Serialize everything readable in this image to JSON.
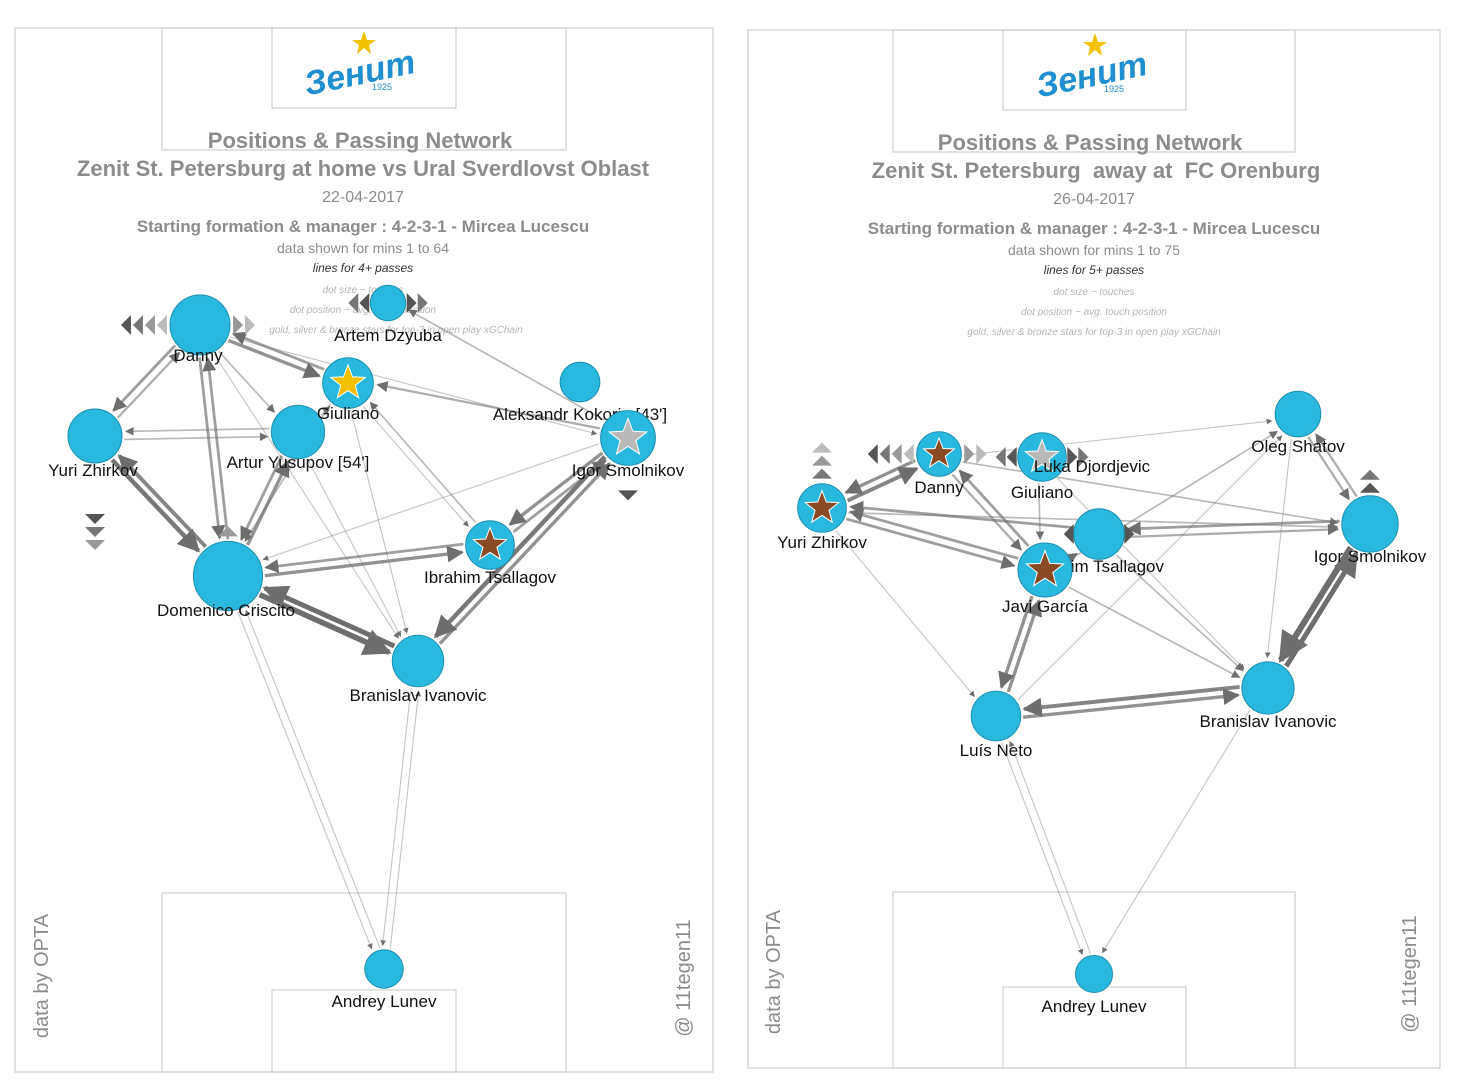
{
  "colors": {
    "node_fill": "#29b8de",
    "node_stroke": "#1c8fb0",
    "edge": "#6e6e6e",
    "pitch_line": "#cfcfcf",
    "title_gray": "#8c8c8c",
    "gold": "#f2c200",
    "silver": "#b9b9b9",
    "bronze": "#8a4a24",
    "logo_blue": "#1f8fd0"
  },
  "panels": [
    {
      "logo_text": "Зенит",
      "logo_year": "1925",
      "title": "Positions & Passing Network",
      "subtitle": "Zenit St. Petersburg at home vs Ural Sverdlovst Oblast",
      "date": "22-04-2017",
      "formation": "Starting formation & manager : 4-2-3-1 - Mircea Lucescu",
      "data_minutes": "data shown for mins 1 to 64",
      "lines_note": "lines for 4+ passes",
      "legend": [
        "dot size ~ touches",
        "dot position ~ avg. touch position",
        "gold, silver & bronze stars for top-3 in open play xGChain"
      ],
      "source_credit": "data by OPTA",
      "author_credit": "@ 11tegen11",
      "players": [
        {
          "id": "danny",
          "name": "Danny",
          "touches": 62,
          "star": "",
          "tri": "left"
        },
        {
          "id": "dzyuba",
          "name": "Artem Dzyuba",
          "touches": 38,
          "star": "gold",
          "tri": ""
        },
        {
          "id": "zhirkov",
          "name": "Yuri Zhirkov",
          "touches": 46,
          "star": "",
          "tri": "down"
        },
        {
          "id": "yusupov",
          "name": "Artur Yusupov [54']",
          "touches": 44,
          "star": "",
          "tri": ""
        },
        {
          "id": "giuliano",
          "name": "Giuliano",
          "touches": 12,
          "star": "",
          "tri": "lr"
        },
        {
          "id": "kokorin",
          "name": "Aleksandr Kokorin [43']",
          "touches": 18,
          "star": "",
          "tri": ""
        },
        {
          "id": "smolnikov",
          "name": "Igor Smolnikov",
          "touches": 48,
          "star": "silver",
          "tri": "down1"
        },
        {
          "id": "tsallagov",
          "name": "Ibrahim Tsallagov",
          "touches": 34,
          "star": "bronze",
          "tri": ""
        },
        {
          "id": "criscito",
          "name": "Domenico Criscito",
          "touches": 90,
          "star": "",
          "tri": "up1"
        },
        {
          "id": "ivanovic",
          "name": "Branislav Ivanovic",
          "touches": 40,
          "star": "",
          "tri": ""
        },
        {
          "id": "lunev",
          "name": "Andrey Lunev",
          "touches": 16,
          "star": "",
          "tri": ""
        }
      ],
      "edges": [
        [
          "criscito",
          "ivanovic",
          9
        ],
        [
          "ivanovic",
          "criscito",
          8
        ],
        [
          "criscito",
          "tsallagov",
          5
        ],
        [
          "tsallagov",
          "criscito",
          4
        ],
        [
          "zhirkov",
          "criscito",
          7
        ],
        [
          "criscito",
          "zhirkov",
          6
        ],
        [
          "danny",
          "criscito",
          4
        ],
        [
          "criscito",
          "danny",
          4
        ],
        [
          "danny",
          "zhirkov",
          4
        ],
        [
          "zhirkov",
          "danny",
          3
        ],
        [
          "danny",
          "dzyuba",
          5
        ],
        [
          "dzyuba",
          "danny",
          4
        ],
        [
          "yusupov",
          "criscito",
          4
        ],
        [
          "criscito",
          "yusupov",
          5
        ],
        [
          "yusupov",
          "zhirkov",
          2
        ],
        [
          "zhirkov",
          "yusupov",
          2
        ],
        [
          "smolnikov",
          "ivanovic",
          7
        ],
        [
          "ivanovic",
          "smolnikov",
          5
        ],
        [
          "smolnikov",
          "tsallagov",
          5
        ],
        [
          "tsallagov",
          "smolnikov",
          4
        ],
        [
          "smolnikov",
          "dzyuba",
          3
        ],
        [
          "tsallagov",
          "dzyuba",
          2
        ],
        [
          "dzyuba",
          "criscito",
          2
        ],
        [
          "yusupov",
          "dzyuba",
          2
        ],
        [
          "ivanovic",
          "lunev",
          1
        ],
        [
          "lunev",
          "ivanovic",
          1
        ],
        [
          "criscito",
          "lunev",
          1
        ],
        [
          "lunev",
          "criscito",
          1
        ],
        [
          "smolnikov",
          "giuliano",
          2
        ],
        [
          "danny",
          "yusupov",
          2
        ],
        [
          "dzyuba",
          "tsallagov",
          1
        ],
        [
          "danny",
          "smolnikov",
          1
        ],
        [
          "yusupov",
          "ivanovic",
          1
        ],
        [
          "dzyuba",
          "ivanovic",
          1
        ],
        [
          "smolnikov",
          "criscito",
          1
        ],
        [
          "danny",
          "ivanovic",
          1
        ]
      ]
    },
    {
      "logo_text": "Зенит",
      "logo_year": "1925",
      "title": "Positions & Passing Network",
      "subtitle": "Zenit St. Petersburg  away at  FC Orenburg",
      "date": "26-04-2017",
      "formation": "Starting formation & manager : 4-2-3-1 - Mircea Lucescu",
      "data_minutes": "data shown for mins 1 to 75",
      "lines_note": "lines for 5+ passes",
      "legend": [
        "dot size ~ touches",
        "dot position ~ avg. touch position",
        "gold, silver & bronze stars for top-3 in open play xGChain"
      ],
      "source_credit": "data by OPTA",
      "author_credit": "@ 11tegen11",
      "players": [
        {
          "id": "djordjevic",
          "name": "Luka Djordjevic",
          "touches": 34,
          "star": "silver",
          "tri": "lr"
        },
        {
          "id": "danny",
          "name": "Danny",
          "touches": 26,
          "star": "bronze",
          "tri": "left"
        },
        {
          "id": "giuliano",
          "name": "Giuliano",
          "touches": 1,
          "star": "",
          "tri": ""
        },
        {
          "id": "shatov",
          "name": "Oleg Shatov",
          "touches": 28,
          "star": "",
          "tri": ""
        },
        {
          "id": "zhirkov",
          "name": "Yuri Zhirkov",
          "touches": 34,
          "star": "bronze",
          "tri": "up"
        },
        {
          "id": "smolnikov",
          "name": "Igor Smolnikov",
          "touches": 52,
          "star": "",
          "tri": "up2"
        },
        {
          "id": "tsallagov",
          "name": "Ibrahim Tsallagov",
          "touches": 38,
          "star": "",
          "tri": "lr2"
        },
        {
          "id": "garcia",
          "name": "Javi García",
          "touches": 46,
          "star": "bronze",
          "tri": ""
        },
        {
          "id": "neto",
          "name": "Luís Neto",
          "touches": 36,
          "star": "",
          "tri": ""
        },
        {
          "id": "ivanovic",
          "name": "Branislav Ivanovic",
          "touches": 42,
          "star": "",
          "tri": ""
        },
        {
          "id": "lunev",
          "name": "Andrey Lunev",
          "touches": 14,
          "star": "",
          "tri": ""
        }
      ],
      "edges": [
        [
          "smolnikov",
          "ivanovic",
          10
        ],
        [
          "ivanovic",
          "smolnikov",
          8
        ],
        [
          "neto",
          "ivanovic",
          5
        ],
        [
          "ivanovic",
          "neto",
          6
        ],
        [
          "garcia",
          "neto",
          5
        ],
        [
          "neto",
          "garcia",
          5
        ],
        [
          "zhirkov",
          "danny",
          6
        ],
        [
          "danny",
          "zhirkov",
          5
        ],
        [
          "zhirkov",
          "garcia",
          4
        ],
        [
          "garcia",
          "zhirkov",
          4
        ],
        [
          "tsallagov",
          "zhirkov",
          4
        ],
        [
          "smolnikov",
          "tsallagov",
          4
        ],
        [
          "tsallagov",
          "smolnikov",
          3
        ],
        [
          "garcia",
          "danny",
          4
        ],
        [
          "danny",
          "garcia",
          3
        ],
        [
          "smolnikov",
          "shatov",
          3
        ],
        [
          "shatov",
          "smolnikov",
          3
        ],
        [
          "garcia",
          "tsallagov",
          3
        ],
        [
          "zhirkov",
          "neto",
          1
        ],
        [
          "neto",
          "lunev",
          1
        ],
        [
          "lunev",
          "neto",
          1
        ],
        [
          "ivanovic",
          "lunev",
          1
        ],
        [
          "garcia",
          "shatov",
          2
        ],
        [
          "djordjevic",
          "garcia",
          2
        ],
        [
          "danny",
          "smolnikov",
          2
        ],
        [
          "zhirkov",
          "smolnikov",
          2
        ],
        [
          "tsallagov",
          "ivanovic",
          2
        ],
        [
          "djordjevic",
          "ivanovic",
          1
        ],
        [
          "garcia",
          "ivanovic",
          2
        ],
        [
          "neto",
          "shatov",
          1
        ],
        [
          "danny",
          "shatov",
          1
        ],
        [
          "shatov",
          "ivanovic",
          1
        ]
      ]
    }
  ]
}
